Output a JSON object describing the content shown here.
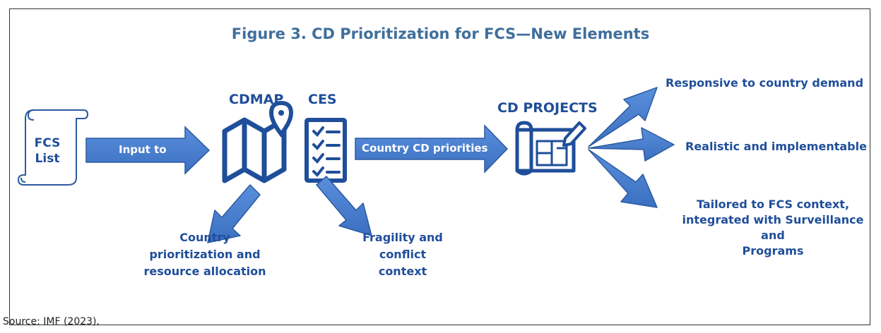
{
  "title": "Figure 3. CD Prioritization for FCS—New Elements",
  "fcs_list": "FCS\nList",
  "arrow_input": "Input to",
  "cdmap": "CDMAP",
  "ces": "CES",
  "arrow_priorities": "Country CD priorities",
  "cd_projects": "CD PROJECTS",
  "outcomes": [
    "Responsive to country demand",
    "Realistic and implementable",
    "Tailored to FCS context,\nintegrated with Surveillance and\nPrograms"
  ],
  "country_prioritization": "Country\nprioritization and\nresource allocation",
  "fragility": "Fragility and\nconflict\ncontext",
  "source": "Source: IMF (2023).",
  "colors": {
    "title": "#3f6f9c",
    "label": "#1f4e9a",
    "arrow_fill": "#4a7fd0",
    "arrow_stroke": "#2c5aa0",
    "icon": "#1f4e9a"
  }
}
